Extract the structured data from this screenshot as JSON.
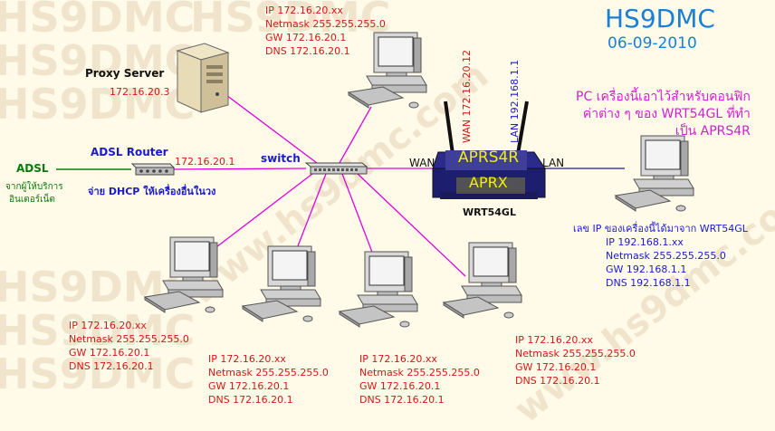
{
  "header": {
    "title": "HS9DMC",
    "date": "06-09-2010"
  },
  "watermark": {
    "text1": "HS9DMC",
    "text2": "www.hs9dmc.com"
  },
  "nodes": {
    "adsl": {
      "label": "ADSL",
      "isp_note_1": "จากผู้ให้บริการ",
      "isp_note_2": "อินเตอร์เน็ต"
    },
    "adsl_router": {
      "label": "ADSL Router",
      "ip": "172.16.20.1",
      "dhcp_note": "จ่าย DHCP ให้เครื่องอื่นในวง"
    },
    "proxy": {
      "label": "Proxy Server",
      "ip": "172.16.20.3"
    },
    "switch": {
      "label": "switch"
    },
    "router": {
      "name": "WRT54GL",
      "badge1": "APRS4R",
      "badge2": "APRX",
      "wan_port": "WAN",
      "lan_port": "LAN",
      "wan_ip": "WAN 172.16.20.12",
      "lan_ip": "LAN 192.168.1.1"
    }
  },
  "top_pc": {
    "ip": "IP 172.16.20.xx",
    "netmask": "Netmask 255.255.255.0",
    "gw": "GW 172.16.20.1",
    "dns": "DNS 172.16.20.1"
  },
  "aprs_pc": {
    "note_1": "PC เครื่องนี้เอาไว้สำหรับคอนฟิก",
    "note_2": "ค่าต่าง ๆ ของ WRT54GL ที่ทำ",
    "note_3": "เป็น APRS4R",
    "ip_note": "เลข IP ของเครื่องนี้ได้มาจาก WRT54GL",
    "ip": "IP 192.168.1.xx",
    "netmask": "Netmask 255.255.255.0",
    "gw": "GW 192.168.1.1",
    "dns": "DNS 192.168.1.1"
  },
  "bottom_pcs": [
    {
      "ip": "IP 172.16.20.xx",
      "netmask": "Netmask 255.255.255.0",
      "gw": "GW 172.16.20.1",
      "dns": "DNS 172.16.20.1"
    },
    {
      "ip": "IP 172.16.20.xx",
      "netmask": "Netmask 255.255.255.0",
      "gw": "GW 172.16.20.1",
      "dns": "DNS 172.16.20.1"
    },
    {
      "ip": "IP 172.16.20.xx",
      "netmask": "Netmask 255.255.255.0",
      "gw": "GW 172.16.20.1",
      "dns": "DNS 172.16.20.1"
    },
    {
      "ip": "IP 172.16.20.xx",
      "netmask": "Netmask 255.255.255.0",
      "gw": "GW 172.16.20.1",
      "dns": "DNS 172.16.20.1"
    }
  ],
  "colors": {
    "title": "#1a7fd6",
    "link": "#e000e0",
    "lan_link": "#1a1aa0",
    "adsl_link": "#0a7a0a",
    "ip_text": "#d01818",
    "aprs_note": "#d020d0"
  }
}
